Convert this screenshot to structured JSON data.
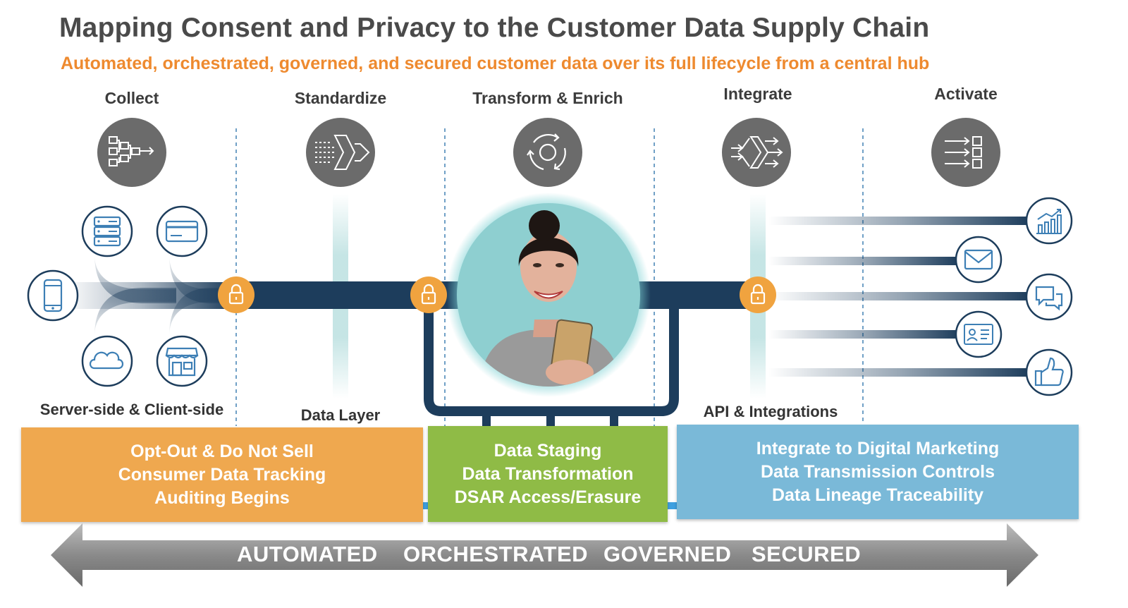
{
  "header": {
    "title": "Mapping Consent and Privacy to the Customer Data Supply Chain",
    "subtitle": "Automated, orchestrated, governed, and secured customer data over its full lifecycle from a central hub"
  },
  "stages": {
    "collect": "Collect",
    "standardize": "Standardize",
    "transform": "Transform & Enrich",
    "integrate": "Integrate",
    "activate": "Activate"
  },
  "sublabels": {
    "server_client": "Server-side & Client-side",
    "data_layer": "Data Layer",
    "api": "API & Integrations"
  },
  "boxes": {
    "orange": [
      "Opt-Out & Do Not Sell",
      "Consumer Data Tracking",
      "Auditing Begins"
    ],
    "green": [
      "Data Staging",
      "Data Transformation",
      "DSAR Access/Erasure"
    ],
    "blue": [
      "Integrate to Digital Marketing",
      "Data Transmission Controls",
      "Data Lineage Traceability"
    ]
  },
  "arrow_words": [
    "AUTOMATED",
    "ORCHESTRATED",
    "GOVERNED",
    "SECURED"
  ],
  "colors": {
    "navy": "#1d3d5c",
    "orange": "#efa84f",
    "lock": "#f0a33f",
    "green": "#8fbb46",
    "blue": "#7ab9d8",
    "gray_circle": "#6b6b6b",
    "teal": "#8ecfd0",
    "title": "#4a4a4a",
    "subtitle": "#ee8a2f"
  },
  "icons": {
    "stage_icons": [
      "flowchart-icon",
      "funnel-arrow-icon",
      "cycle-icon",
      "merge-arrows-icon",
      "distribute-icon"
    ],
    "source_icons": [
      "mobile-phone-icon",
      "server-icon",
      "credit-card-icon",
      "cloud-icon",
      "storefront-icon"
    ],
    "destination_icons": [
      "bar-chart-icon",
      "envelope-icon",
      "chat-bubbles-icon",
      "id-card-icon",
      "thumbs-up-icon"
    ],
    "lock_icon": "padlock-icon",
    "center": "woman-with-smartphone"
  }
}
